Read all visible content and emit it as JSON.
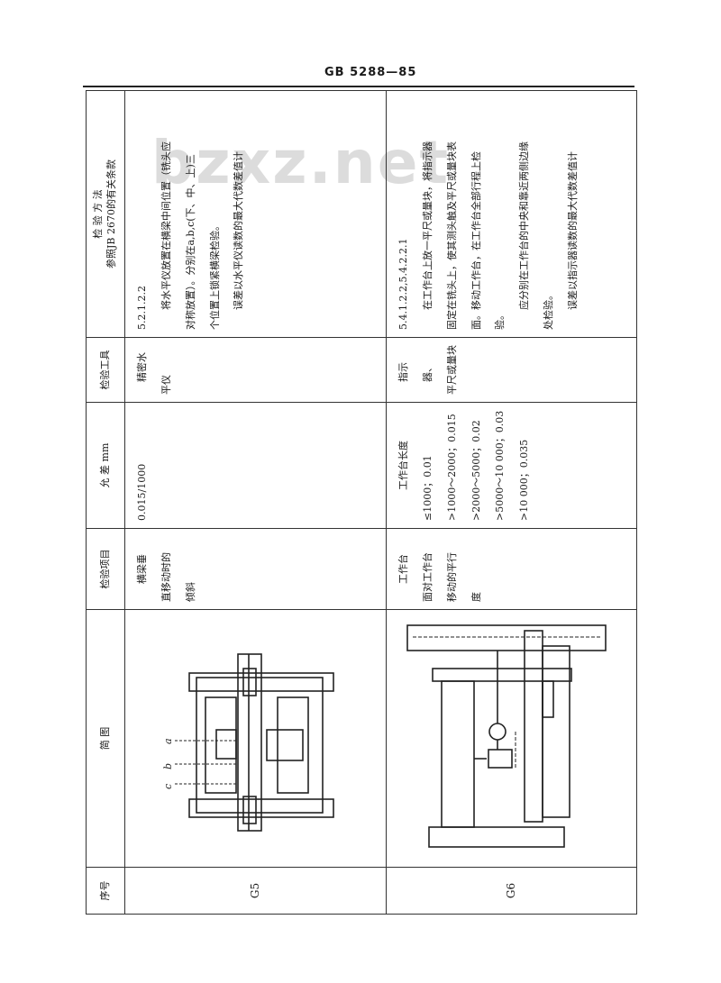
{
  "header": "GB 5288—85",
  "watermark": "bzxz.net",
  "columns": {
    "id": "序号",
    "diagram": "简      图",
    "item": "检验项目",
    "tolerance": "允    差    mm",
    "tool": "检验工具",
    "method_line1": "检      验      方      法",
    "method_line2": "参照JB 2670的有关条款"
  },
  "rows": [
    {
      "id": "G5",
      "item": [
        "横梁垂",
        "直移动时的",
        "倾斜"
      ],
      "tolerance": [
        "0.015/1000"
      ],
      "tool": [
        "精密水",
        "平仪"
      ],
      "method": [
        "5.2.1.2.2",
        "将水平仪放置在横梁中间位置（铣头应",
        "对称放置）。分别在a,b,c(下、中、上)三",
        "个位置上锁紧横梁检验。",
        "误差以水平仪读数的最大代数差值计"
      ],
      "labels": [
        "c",
        "b",
        "a"
      ]
    },
    {
      "id": "G6",
      "item": [
        "工作台",
        "面对工作台",
        "移动的平行",
        "度"
      ],
      "tolerance": [
        "工作台长度",
        "≤1000；0.01",
        ">1000～2000；0.015",
        ">2000～5000；0.02",
        ">5000～10 000；0.03",
        ">10 000；0.035"
      ],
      "tool": [
        "指示器、",
        "平尺或量块"
      ],
      "method": [
        "5.4.1.2.2,5.4.2.2.1",
        "在工作台上放一平尺或量块，将指示器",
        "固定在铣头上，使其测头触及平尺或量块表",
        "面。移动工作台，在工作台全部行程上检",
        "验。",
        "应分别在工作台的中央和靠近两侧边缘",
        "处检验。",
        "误差以指示器读数的最大代数差值计"
      ]
    }
  ]
}
